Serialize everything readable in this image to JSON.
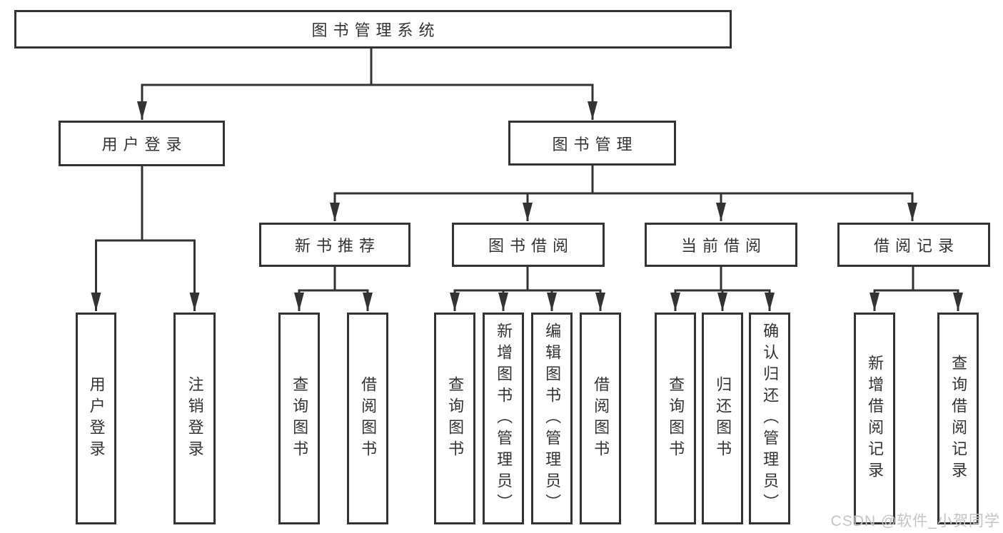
{
  "diagram": {
    "title_node": {
      "label": "图书管理系统"
    },
    "level1": [
      {
        "label": "用户登录"
      },
      {
        "label": "图书管理"
      }
    ],
    "user_login_children": [
      {
        "label": "用户登录"
      },
      {
        "label": "注销登录"
      }
    ],
    "book_mgmt_children": [
      {
        "label": "新书推荐"
      },
      {
        "label": "图书借阅"
      },
      {
        "label": "当前借阅"
      },
      {
        "label": "借阅记录"
      }
    ],
    "new_books_children": [
      {
        "label": "查询图书"
      },
      {
        "label": "借阅图书"
      }
    ],
    "book_borrow_children": [
      {
        "label": "查询图书"
      },
      {
        "label": "新增图书（管理员）"
      },
      {
        "label": "编辑图书（管理员）"
      },
      {
        "label": "借阅图书"
      }
    ],
    "current_borrow_children": [
      {
        "label": "查询图书"
      },
      {
        "label": "归还图书"
      },
      {
        "label": "确认归还（管理员）"
      }
    ],
    "borrow_record_children": [
      {
        "label": "新增借阅记录"
      },
      {
        "label": "查询借阅记录"
      }
    ]
  },
  "watermark": {
    "text": "CSDN @软件_小贺同学",
    "color": "#c3c3c3"
  },
  "colors": {
    "line": "#333333",
    "text": "#333333",
    "box_background": "#ffffff"
  }
}
